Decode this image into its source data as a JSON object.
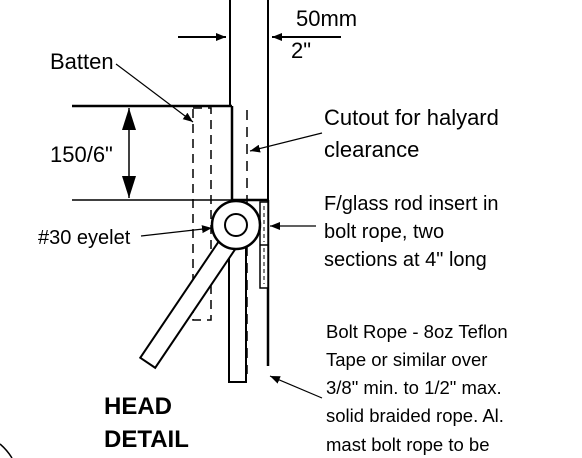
{
  "labels": {
    "dim_top_metric": "50mm",
    "dim_top_imperial": "2\"",
    "batten": "Batten",
    "dim_height": "150/6\"",
    "cutout_line1": "Cutout for halyard",
    "cutout_line2": "clearance",
    "rod_line1": "F/glass rod insert in",
    "rod_line2": "bolt rope, two",
    "rod_line3": "sections at 4\" long",
    "eyelet": "#30 eyelet",
    "bolt_line1": "Bolt Rope - 8oz Teflon",
    "bolt_line2": "Tape or similar over",
    "bolt_line3": "3/8\" min. to 1/2\" max.",
    "bolt_line4": "solid braided rope. Al.",
    "bolt_line5": "mast bolt rope to be",
    "head_line1": "HEAD",
    "head_line2": "DETAIL"
  },
  "colors": {
    "ink": "#000000",
    "paper": "#ffffff"
  }
}
